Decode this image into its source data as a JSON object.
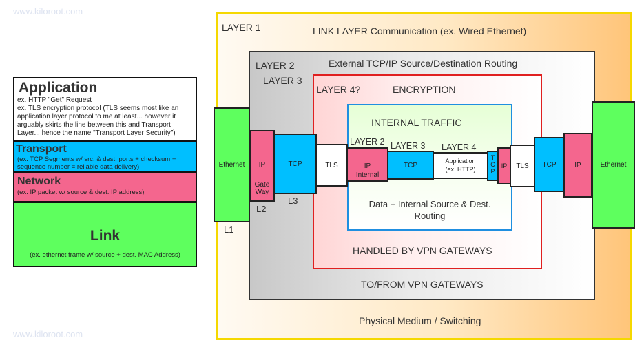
{
  "watermarks": [
    "www.kiloroot.com",
    "www.kiloroot.com"
  ],
  "legend": {
    "application": {
      "title": "Application",
      "lines": [
        "ex. HTTP \"Get\" Request",
        "ex. TLS encryption protocol (TLS seems most like an",
        "application layer protocol to me at least... however it",
        "arguably skirts the line between this and Transport",
        "Layer... hence the name \"Transport Layer Security\")"
      ]
    },
    "transport": {
      "title": "Transport",
      "lines": [
        "(ex. TCP Segments w/ src. & dest. ports + checksum +",
        "sequence number = reliable data delivery)"
      ]
    },
    "network": {
      "title": "Network",
      "lines": [
        "(ex. IP packet w/ source & dest. IP address)"
      ]
    },
    "link": {
      "title": "Link",
      "lines": [
        "(ex. ethernet frame w/ source + dest. MAC Address)"
      ]
    }
  },
  "layer1": {
    "label": "LAYER 1",
    "top_text": "LINK LAYER Communication (ex. Wired Ethernet)",
    "bottom_text": "Physical Medium / Switching"
  },
  "layer2": {
    "label2": "LAYER 2",
    "label3": "LAYER 3",
    "top_text": "External TCP/IP Source/Destination Routing",
    "bottom_text": "TO/FROM VPN GATEWAYS"
  },
  "layer4": {
    "label": "LAYER 4?",
    "top_text": "ENCRYPTION",
    "bottom_text": "HANDLED BY VPN GATEWAYS"
  },
  "inner": {
    "top_text": "INTERNAL TRAFFIC",
    "layer2": "LAYER 2",
    "layer3": "LAYER 3",
    "layer4": "LAYER 4",
    "bottom_text_1": "Data + Internal Source & Dest.",
    "bottom_text_2": "Routing"
  },
  "blocks": {
    "eth_left": "Ethernet",
    "ip_left": "IP",
    "gateway_1": "Gate",
    "gateway_2": "Way",
    "tcp_left": "TCP",
    "tls_left": "TLS",
    "ip_internal_1": "IP",
    "ip_internal_2": "Internal",
    "tcp_internal": "TCP",
    "app_1": "Application",
    "app_2": "(ex. HTTP)",
    "tcp_small": [
      "T",
      "C",
      "P"
    ],
    "ip_small": "IP",
    "tls_right": "TLS",
    "tcp_right": "TCP",
    "ip_right": "IP",
    "eth_right": "Ethernet"
  },
  "tags": {
    "l1": "L1",
    "l2": "L2",
    "l3": "L3"
  },
  "colors": {
    "link": "#5eff5e",
    "network": "#f4668e",
    "transport": "#00bfff",
    "layer1_border": "#f5d800",
    "layer4_border": "#e02020",
    "inner_border": "#1f8fe0"
  }
}
